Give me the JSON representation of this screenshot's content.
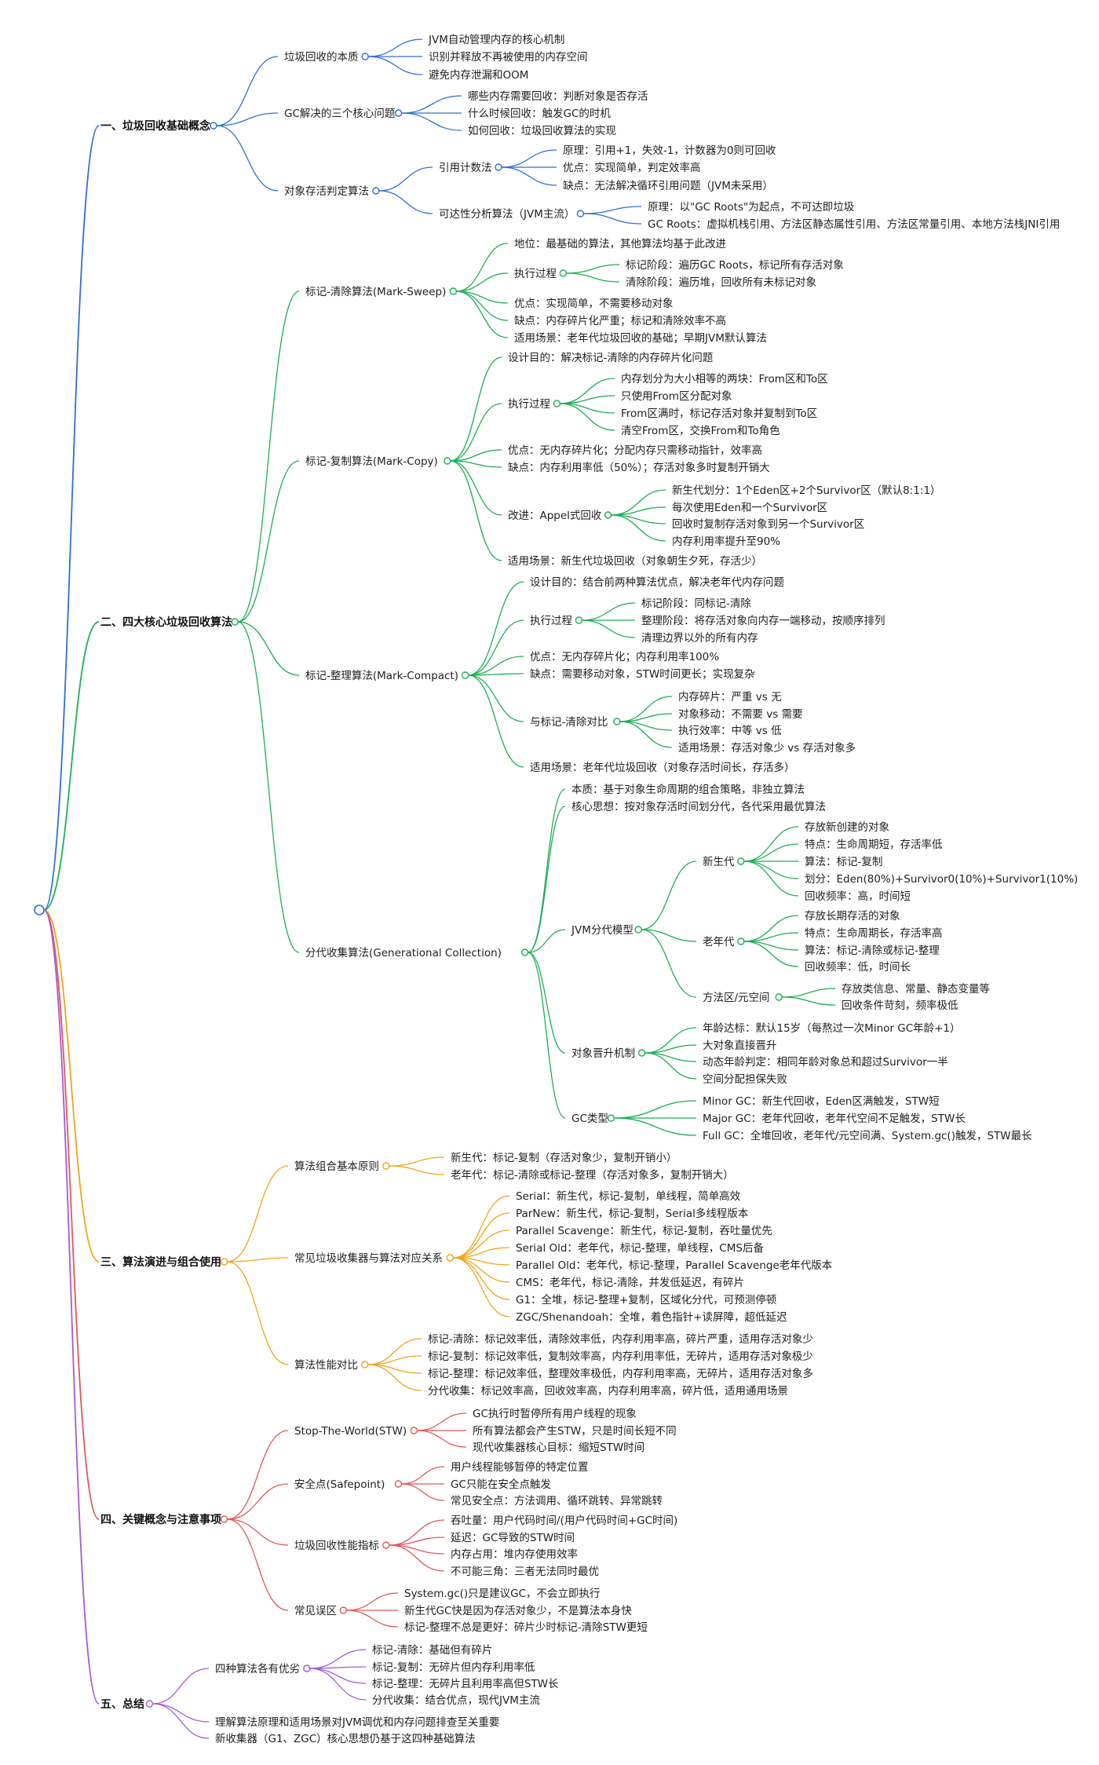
{
  "tree": {
    "children": [
      {
        "label": "一、垃圾回收基础概念",
        "color": "#2f6fd3",
        "children": [
          {
            "label": "垃圾回收的本质",
            "children": [
              {
                "label": "JVM自动管理内存的核心机制"
              },
              {
                "label": "识别并释放不再被使用的内存空间"
              },
              {
                "label": "避免内存泄漏和OOM"
              }
            ]
          },
          {
            "label": "GC解决的三个核心问题",
            "children": [
              {
                "label": "哪些内存需要回收：判断对象是否存活"
              },
              {
                "label": "什么时候回收：触发GC的时机"
              },
              {
                "label": "如何回收：垃圾回收算法的实现"
              }
            ]
          },
          {
            "label": "对象存活判定算法",
            "children": [
              {
                "label": "引用计数法",
                "children": [
                  {
                    "label": "原理：引用+1，失效-1，计数器为0则可回收"
                  },
                  {
                    "label": "优点：实现简单，判定效率高"
                  },
                  {
                    "label": "缺点：无法解决循环引用问题（JVM未采用）"
                  }
                ]
              },
              {
                "label": "可达性分析算法（JVM主流）",
                "children": [
                  {
                    "label": "原理：以\"GC Roots\"为起点，不可达即垃圾"
                  },
                  {
                    "label": "GC Roots：虚拟机栈引用、方法区静态属性引用、方法区常量引用、本地方法栈JNI引用"
                  }
                ]
              }
            ]
          }
        ]
      },
      {
        "label": "二、四大核心垃圾回收算法",
        "color": "#1fae55",
        "children": [
          {
            "label": "标记-清除算法(Mark-Sweep)",
            "children": [
              {
                "label": "地位：最基础的算法，其他算法均基于此改进"
              },
              {
                "label": "执行过程",
                "children": [
                  {
                    "label": "标记阶段：遍历GC Roots，标记所有存活对象"
                  },
                  {
                    "label": "清除阶段：遍历堆，回收所有未标记对象"
                  }
                ]
              },
              {
                "label": "优点：实现简单，不需要移动对象"
              },
              {
                "label": "缺点：内存碎片化严重；标记和清除效率不高"
              },
              {
                "label": "适用场景：老年代垃圾回收的基础；早期JVM默认算法"
              }
            ]
          },
          {
            "label": "标记-复制算法(Mark-Copy)",
            "children": [
              {
                "label": "设计目的：解决标记-清除的内存碎片化问题"
              },
              {
                "label": "执行过程",
                "children": [
                  {
                    "label": "内存划分为大小相等的两块：From区和To区"
                  },
                  {
                    "label": "只使用From区分配对象"
                  },
                  {
                    "label": "From区满时，标记存活对象并复制到To区"
                  },
                  {
                    "label": "清空From区，交换From和To角色"
                  }
                ]
              },
              {
                "label": "优点：无内存碎片化；分配内存只需移动指针，效率高"
              },
              {
                "label": "缺点：内存利用率低（50%）；存活对象多时复制开销大"
              },
              {
                "label": "改进：Appel式回收",
                "children": [
                  {
                    "label": "新生代划分：1个Eden区+2个Survivor区（默认8:1:1）"
                  },
                  {
                    "label": "每次使用Eden和一个Survivor区"
                  },
                  {
                    "label": "回收时复制存活对象到另一个Survivor区"
                  },
                  {
                    "label": "内存利用率提升至90%"
                  }
                ]
              },
              {
                "label": "适用场景：新生代垃圾回收（对象朝生夕死，存活少）"
              }
            ]
          },
          {
            "label": "标记-整理算法(Mark-Compact)",
            "children": [
              {
                "label": "设计目的：结合前两种算法优点，解决老年代内存问题"
              },
              {
                "label": "执行过程",
                "children": [
                  {
                    "label": "标记阶段：同标记-清除"
                  },
                  {
                    "label": "整理阶段：将存活对象向内存一端移动，按顺序排列"
                  },
                  {
                    "label": "清理边界以外的所有内存"
                  }
                ]
              },
              {
                "label": "优点：无内存碎片化；内存利用率100%"
              },
              {
                "label": "缺点：需要移动对象，STW时间更长；实现复杂"
              },
              {
                "label": "与标记-清除对比",
                "children": [
                  {
                    "label": "内存碎片：严重 vs 无"
                  },
                  {
                    "label": "对象移动：不需要 vs 需要"
                  },
                  {
                    "label": "执行效率：中等 vs 低"
                  },
                  {
                    "label": "适用场景：存活对象少 vs 存活对象多"
                  }
                ]
              },
              {
                "label": "适用场景：老年代垃圾回收（对象存活时间长，存活多）"
              }
            ]
          },
          {
            "label": "分代收集算法(Generational Collection)",
            "children": [
              {
                "label": "本质：基于对象生命周期的组合策略，非独立算法"
              },
              {
                "label": "核心思想：按对象存活时间划分代，各代采用最优算法"
              },
              {
                "label": "JVM分代模型",
                "children": [
                  {
                    "label": "新生代",
                    "children": [
                      {
                        "label": "存放新创建的对象"
                      },
                      {
                        "label": "特点：生命周期短，存活率低"
                      },
                      {
                        "label": "算法：标记-复制"
                      },
                      {
                        "label": "划分：Eden(80%)+Survivor0(10%)+Survivor1(10%)"
                      },
                      {
                        "label": "回收频率：高，时间短"
                      }
                    ]
                  },
                  {
                    "label": "老年代",
                    "children": [
                      {
                        "label": "存放长期存活的对象"
                      },
                      {
                        "label": "特点：生命周期长，存活率高"
                      },
                      {
                        "label": "算法：标记-清除或标记-整理"
                      },
                      {
                        "label": "回收频率：低，时间长"
                      }
                    ]
                  },
                  {
                    "label": "方法区/元空间",
                    "children": [
                      {
                        "label": "存放类信息、常量、静态变量等"
                      },
                      {
                        "label": "回收条件苛刻，频率极低"
                      }
                    ]
                  }
                ]
              },
              {
                "label": "对象晋升机制",
                "children": [
                  {
                    "label": "年龄达标：默认15岁（每熬过一次Minor GC年龄+1）"
                  },
                  {
                    "label": "大对象直接晋升"
                  },
                  {
                    "label": "动态年龄判定：相同年龄对象总和超过Survivor一半"
                  },
                  {
                    "label": "空间分配担保失败"
                  }
                ]
              },
              {
                "label": "GC类型",
                "children": [
                  {
                    "label": "Minor GC：新生代回收，Eden区满触发，STW短"
                  },
                  {
                    "label": "Major GC：老年代回收，老年代空间不足触发，STW长"
                  },
                  {
                    "label": "Full GC：全堆回收，老年代/元空间满、System.gc()触发，STW最长"
                  }
                ]
              }
            ]
          }
        ]
      },
      {
        "label": "三、算法演进与组合使用",
        "color": "#f0a51c",
        "children": [
          {
            "label": "算法组合基本原则",
            "children": [
              {
                "label": "新生代：标记-复制（存活对象少，复制开销小）"
              },
              {
                "label": "老年代：标记-清除或标记-整理（存活对象多，复制开销大）"
              }
            ]
          },
          {
            "label": "常见垃圾收集器与算法对应关系",
            "children": [
              {
                "label": "Serial：新生代，标记-复制，单线程，简单高效"
              },
              {
                "label": "ParNew：新生代，标记-复制，Serial多线程版本"
              },
              {
                "label": "Parallel Scavenge：新生代，标记-复制，吞吐量优先"
              },
              {
                "label": "Serial Old：老年代，标记-整理，单线程，CMS后备"
              },
              {
                "label": "Parallel Old：老年代，标记-整理，Parallel Scavenge老年代版本"
              },
              {
                "label": "CMS：老年代，标记-清除，并发低延迟，有碎片"
              },
              {
                "label": "G1：全堆，标记-整理+复制，区域化分代，可预测停顿"
              },
              {
                "label": "ZGC/Shenandoah：全堆，着色指针+读屏障，超低延迟"
              }
            ]
          },
          {
            "label": "算法性能对比",
            "children": [
              {
                "label": "标记-清除：标记效率低，清除效率低，内存利用率高，碎片严重，适用存活对象少"
              },
              {
                "label": "标记-复制：标记效率低，复制效率高，内存利用率低，无碎片，适用存活对象极少"
              },
              {
                "label": "标记-整理：标记效率低，整理效率极低，内存利用率高，无碎片，适用存活对象多"
              },
              {
                "label": "分代收集：标记效率高，回收效率高，内存利用率高，碎片低，适用通用场景"
              }
            ]
          }
        ]
      },
      {
        "label": "四、关键概念与注意事项",
        "color": "#e0585a",
        "children": [
          {
            "label": "Stop-The-World(STW)",
            "children": [
              {
                "label": "GC执行时暂停所有用户线程的现象"
              },
              {
                "label": "所有算法都会产生STW，只是时间长短不同"
              },
              {
                "label": "现代收集器核心目标：缩短STW时间"
              }
            ]
          },
          {
            "label": "安全点(Safepoint)",
            "children": [
              {
                "label": "用户线程能够暂停的特定位置"
              },
              {
                "label": "GC只能在安全点触发"
              },
              {
                "label": "常见安全点：方法调用、循环跳转、异常跳转"
              }
            ]
          },
          {
            "label": "垃圾回收性能指标",
            "children": [
              {
                "label": "吞吐量：用户代码时间/(用户代码时间+GC时间)"
              },
              {
                "label": "延迟：GC导致的STW时间"
              },
              {
                "label": "内存占用：堆内存使用效率"
              },
              {
                "label": "不可能三角：三者无法同时最优"
              }
            ]
          },
          {
            "label": "常见误区",
            "children": [
              {
                "label": "System.gc()只是建议GC，不会立即执行"
              },
              {
                "label": "新生代GC快是因为存活对象少，不是算法本身快"
              },
              {
                "label": "标记-整理不总是更好：碎片少时标记-清除STW更短"
              }
            ]
          }
        ]
      },
      {
        "label": "五、总结",
        "color": "#a45ad6",
        "children": [
          {
            "label": "四种算法各有优劣",
            "children": [
              {
                "label": "标记-清除：基础但有碎片"
              },
              {
                "label": "标记-复制：无碎片但内存利用率低"
              },
              {
                "label": "标记-整理：无碎片且利用率高但STW长"
              },
              {
                "label": "分代收集：结合优点，现代JVM主流"
              }
            ]
          },
          {
            "label": "理解算法原理和适用场景对JVM调优和内存问题排查至关重要"
          },
          {
            "label": "新收集器（G1、ZGC）核心思想仍基于这四种基础算法"
          }
        ]
      }
    ]
  }
}
